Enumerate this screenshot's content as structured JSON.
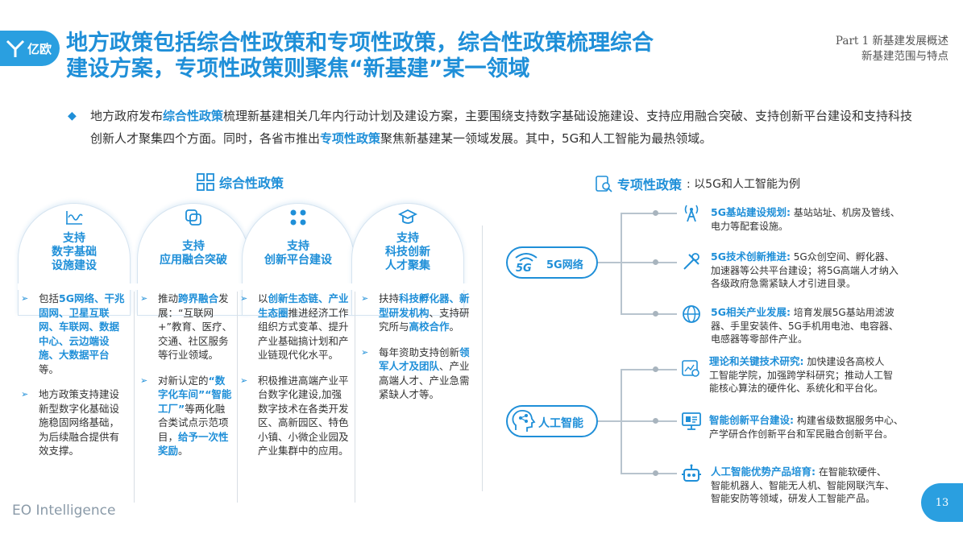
{
  "logo": {
    "text": "亿欧"
  },
  "title": {
    "line1": "地方政策包括综合性政策和专项性政策，综合性政策梳理综合",
    "line2": "建设方案，专项性政策则聚焦“新基建”某一领域"
  },
  "part": {
    "line1": "Part 1 新基建发展概述",
    "line2": "新基建范围与特点"
  },
  "intro": {
    "p1": "地方政府发布",
    "h1": "综合性政策",
    "p2": "梳理新基建相关几年内行动计划及建设方案，主要围绕支持数字基础设施建设、支持应用融合突破、支持创新平台建设和支持科技创新人才聚集四个方面。同时，各省市推出",
    "h2": "专项性政策",
    "p3": "聚焦新基建某一领域发展。其中，5G和人工智能为最热领域。"
  },
  "left_header": "综合性政策",
  "arches": [
    {
      "l1": "支持",
      "l2": "数字基础",
      "l3": "设施建设"
    },
    {
      "l1": "支持",
      "l2": "应用融合突破",
      "l3": ""
    },
    {
      "l1": "支持",
      "l2": "创新平台建设",
      "l3": ""
    },
    {
      "l1": "支持",
      "l2": "科技创新",
      "l3": "人才聚集"
    }
  ],
  "columns": {
    "c1": {
      "i1": {
        "a": "包括",
        "b": "5G网络、干兆固网、卫星互联网、车联网、数据中心、云边端设施、大数据平台",
        "c": "等。"
      },
      "i2": "地方政策支持建设新型数字化基础设施稳固网络基础，为后续融合提供有效支撑。"
    },
    "c2": {
      "i1": {
        "a": "推动",
        "b": "跨界融合",
        "c": "发展：“互联网+”教育、医疗、交通、社区服务等行业领域。"
      },
      "i2": {
        "a": "对新认定的",
        "b": "“数字化车间”“智能工厂”",
        "c": "等两化融合类试点示范项目，",
        "d": "给予一次性奖励",
        "e": "。"
      }
    },
    "c3": {
      "i1": {
        "a": "以",
        "b": "创新生态链、产业生态圈",
        "c": "推进经济工作组织方式变革、提升产业基础搞计划和产业链现代化水平。"
      },
      "i2": "积极推进高端产业平台数字化建设,加强数字技术在各类开发区、高新园区、特色小镇、小微企业园及产业集群中的应用。"
    },
    "c4": {
      "i1": {
        "a": "扶持",
        "b": "科技孵化器、新型研发机构",
        "c": "、支持研究所与",
        "d": "高校合作",
        "e": "。"
      },
      "i2": {
        "a": "每年资助支持创新",
        "b": "领军人才及团队",
        "c": "、产业高端人才、产业急需紧缺人才等。"
      }
    }
  },
  "right_header": {
    "title": "专项性政策",
    "sub": ":  以5G和人工智能为例"
  },
  "nodes": {
    "n5g": "5G网络",
    "nai": "人工智能",
    "badge5g": "5G"
  },
  "right_items": {
    "r1": {
      "t": "5G基站建设规划:",
      "d1": "基站站址、机房及管线、",
      "d2": "电力等配套设施。"
    },
    "r2": {
      "t": "5G技术创新推进:",
      "d1": "5G众创空间、孵化器、",
      "d2": "加速器等公共平台建设；将5G高端人才纳入",
      "d3": "各级政府急需紧缺人才引进目录。"
    },
    "r3": {
      "t": "5G相关产业发展:",
      "d1": "培育发展5G基站用滤波",
      "d2": "器、手里安装件、5G手机用电池、电容器、",
      "d3": "电感器等零部件产业。"
    },
    "r4": {
      "t": "理论和关键技术研究:",
      "d1": "加快建设各高校人",
      "d2": "工智能学院，加强跨学科研究；推动人工智",
      "d3": "能核心算法的硬件化、系统化和平台化。"
    },
    "r5": {
      "t": "智能创新平台建设:",
      "d1": "构建省级数据服务中心、",
      "d2": "产学研合作创新平台和军民融合创新平台。"
    },
    "r6": {
      "t": "人工智能优势产品培育:",
      "d1": "在智能软硬件、",
      "d2": "智能机器人、智能无人机、智能网联汽车、",
      "d3": "智能安防等领域，研发人工智能产品。"
    }
  },
  "footer": "EO Intelligence",
  "page_number": "13",
  "colors": {
    "accent": "#1f8fd8",
    "line": "#b8c4ce"
  }
}
